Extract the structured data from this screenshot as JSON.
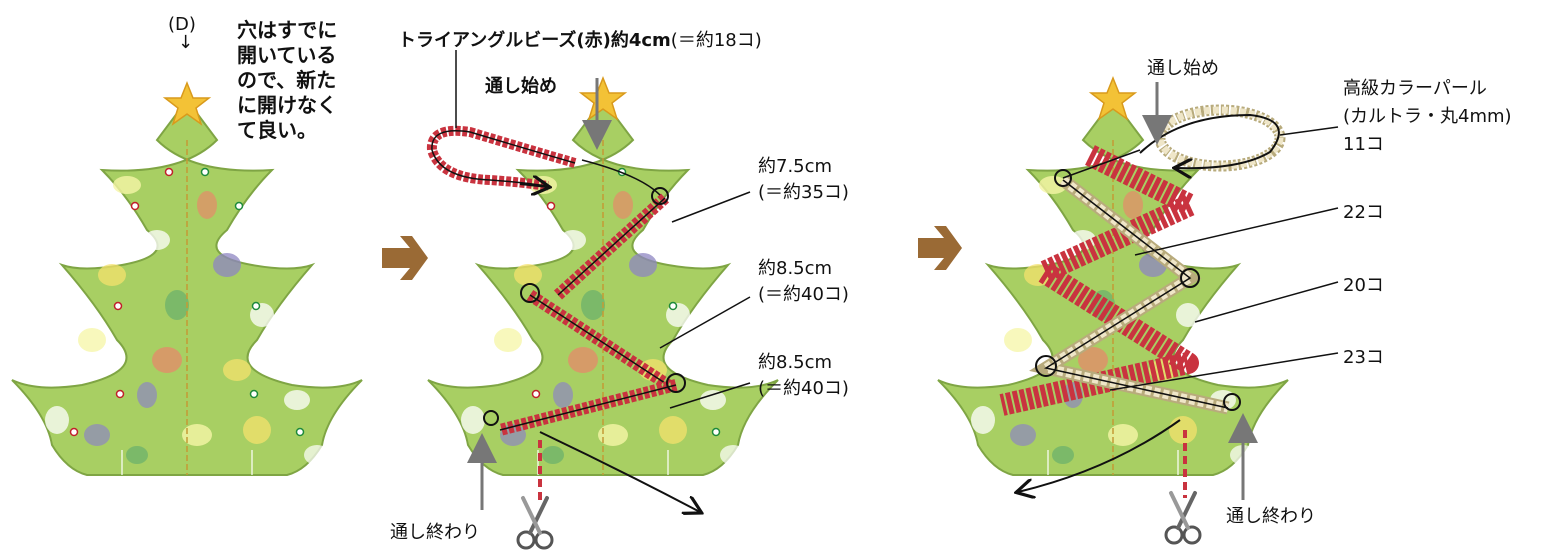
{
  "panel1": {
    "marker": "(D)",
    "marker_arrow": "↓",
    "note_lines": [
      "穴はすでに",
      "開いている",
      "ので、新た",
      "に開けなく",
      "て良い。"
    ]
  },
  "panel2": {
    "title_main": "トライアングルビーズ(赤)約4cm",
    "title_sub": "(＝約18コ)",
    "start_label": "通し始め",
    "segments": [
      {
        "length": "約7.5cm",
        "count": "(＝約35コ)"
      },
      {
        "length": "約8.5cm",
        "count": "(＝約40コ)"
      },
      {
        "length": "約8.5cm",
        "count": "(＝約40コ)"
      }
    ],
    "end_label": "通し終わり"
  },
  "panel3": {
    "start_label": "通し始め",
    "pearl_title": "高級カラーパール",
    "pearl_spec": "(カルトラ・丸4mm)",
    "counts": [
      "11コ",
      "22コ",
      "20コ",
      "23コ"
    ],
    "end_label": "通し終わり"
  },
  "colors": {
    "tree": "#a8cf63",
    "tree_edge": "#7fa544",
    "star": "#f3c236",
    "red_beads": "#c9333f",
    "pearl": "#efe6c8",
    "pearl_edge": "#b8ab7c",
    "step_arrow": "#9a6a35",
    "pointer_gray": "#777777"
  },
  "icons": [
    "tree-icon",
    "star-icon",
    "scissors-icon",
    "step-arrow-icon"
  ]
}
